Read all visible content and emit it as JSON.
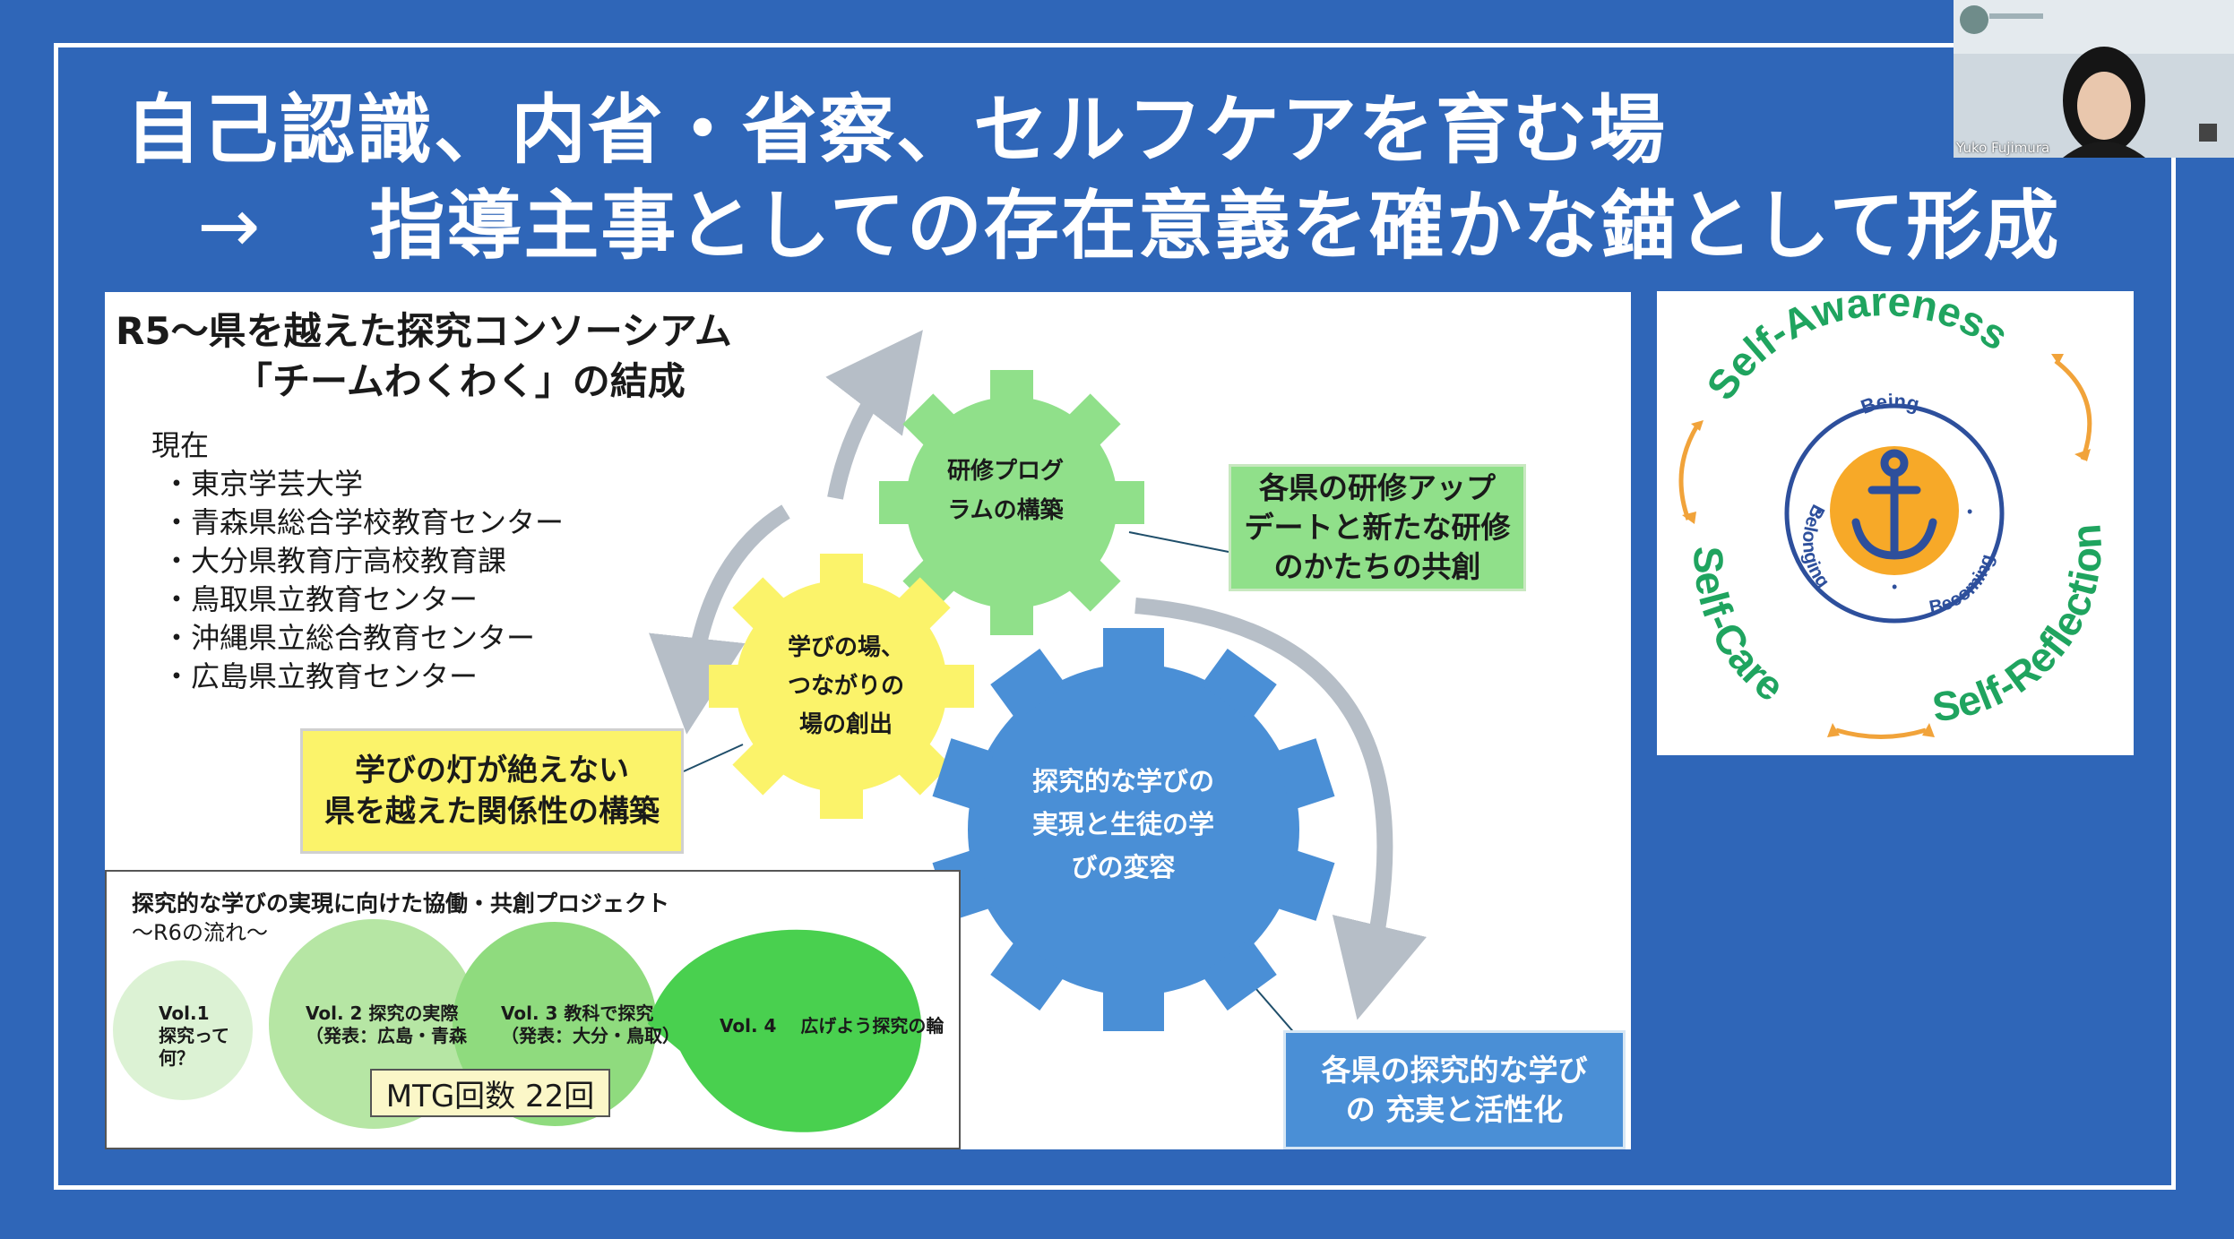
{
  "slide": {
    "title_line1": "自己認識、内省・省察、セルフケアを育む場",
    "title_arrow": "→",
    "title_line2": "指導主事としての存在意義を確かな錨として形成"
  },
  "panel": {
    "heading_line1": "R5～県を越えた探究コンソーシアム",
    "heading_line2": "「チームわくわく」の結成",
    "members_label": "現在",
    "members": [
      "・東京学芸大学",
      "・青森県総合学校教育センター",
      "・大分県教育庁高校教育課",
      "・鳥取県立教育センター",
      "・沖縄県立総合教育センター",
      "・広島県立教育センター"
    ]
  },
  "gears": {
    "green": [
      "研修プログ",
      "ラムの構築"
    ],
    "yellow": [
      "学びの場、",
      "つながりの",
      "場の創出"
    ],
    "blue": [
      "探究的な学びの",
      "実現と生徒の学",
      "びの変容"
    ]
  },
  "callouts": {
    "green": [
      "各県の研修アップ",
      "デートと新たな研修",
      "のかたちの共創"
    ],
    "yellow": [
      "学びの灯が絶えない",
      "県を越えた関係性の構築"
    ],
    "blue": [
      "各県の探究的な学び",
      "の 充実と活性化"
    ]
  },
  "project": {
    "title": "探究的な学びの実現に向けた協働・共創プロジェクト",
    "subtitle": "～R6の流れ～",
    "vol1": [
      "Vol.1",
      "探究って",
      "何？"
    ],
    "vol2": [
      "Vol. 2  探究の実際",
      "（発表：広島・青森"
    ],
    "vol3": [
      "Vol. 3  教科で探究",
      "（発表：大分・鳥取）"
    ],
    "vol4": "Vol. 4　 広げよう探究の輪",
    "mtg": "MTG回数 22回"
  },
  "logo": {
    "top": "Self-Awareness",
    "right": "Self-Reflection",
    "left": "Self-Care",
    "being": "Being",
    "belonging": "Belonging",
    "becoming": "Becoming",
    "dot": "•",
    "text_color": "#1fa45f",
    "ring_color": "#2d4f9c",
    "anchor_bg": "#f7a928",
    "arrow_color": "#f1a33a"
  },
  "video": {
    "participant_name": "Yuko Fujimura"
  }
}
